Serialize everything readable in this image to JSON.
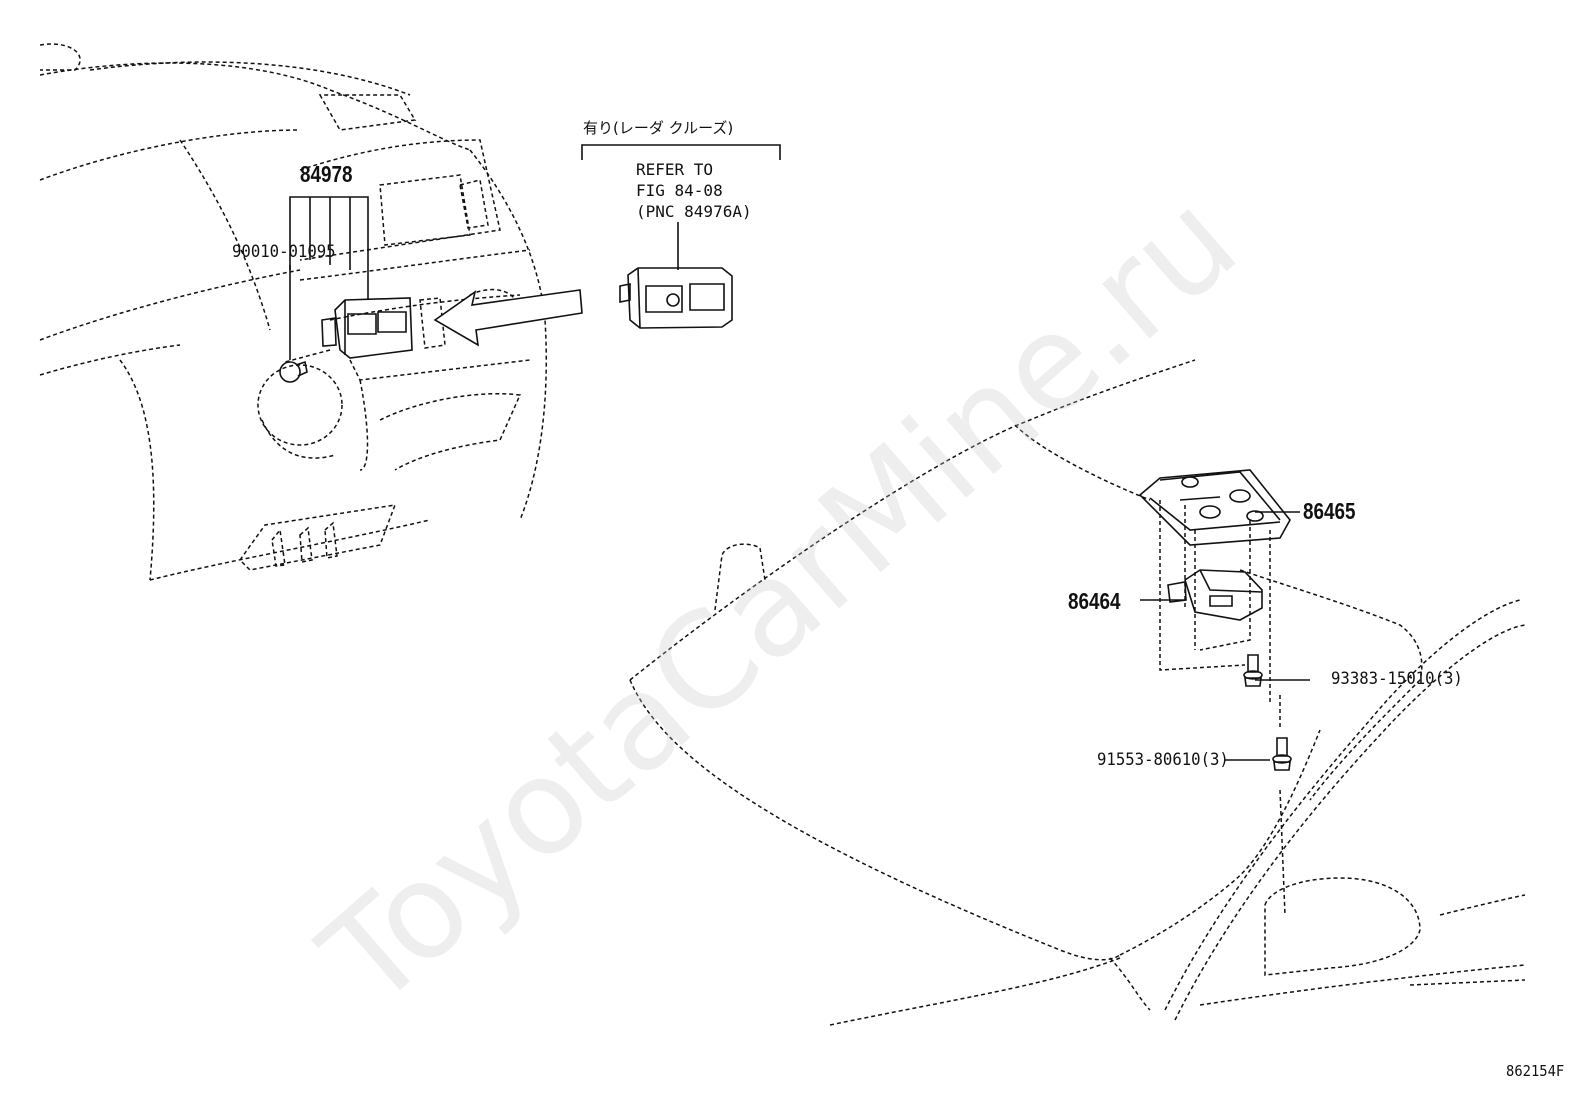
{
  "labels": {
    "p84978": "84978",
    "p90010": "90010-01095",
    "p86465": "86465",
    "p86464": "86464",
    "p93383": "93383-15010(3)",
    "p91553": "91553-80610(3)",
    "jp_note": "有り(レーダ クルーズ)",
    "refer_line1": "REFER TO",
    "refer_line2": "FIG 84-08",
    "refer_line3": "(PNC 84976A)",
    "figure_ref": "862154F"
  },
  "watermark": "ToyotaCarMine.ru",
  "colors": {
    "ink": "#111111",
    "paper": "#ffffff",
    "watermark": "#c8c8c8"
  }
}
